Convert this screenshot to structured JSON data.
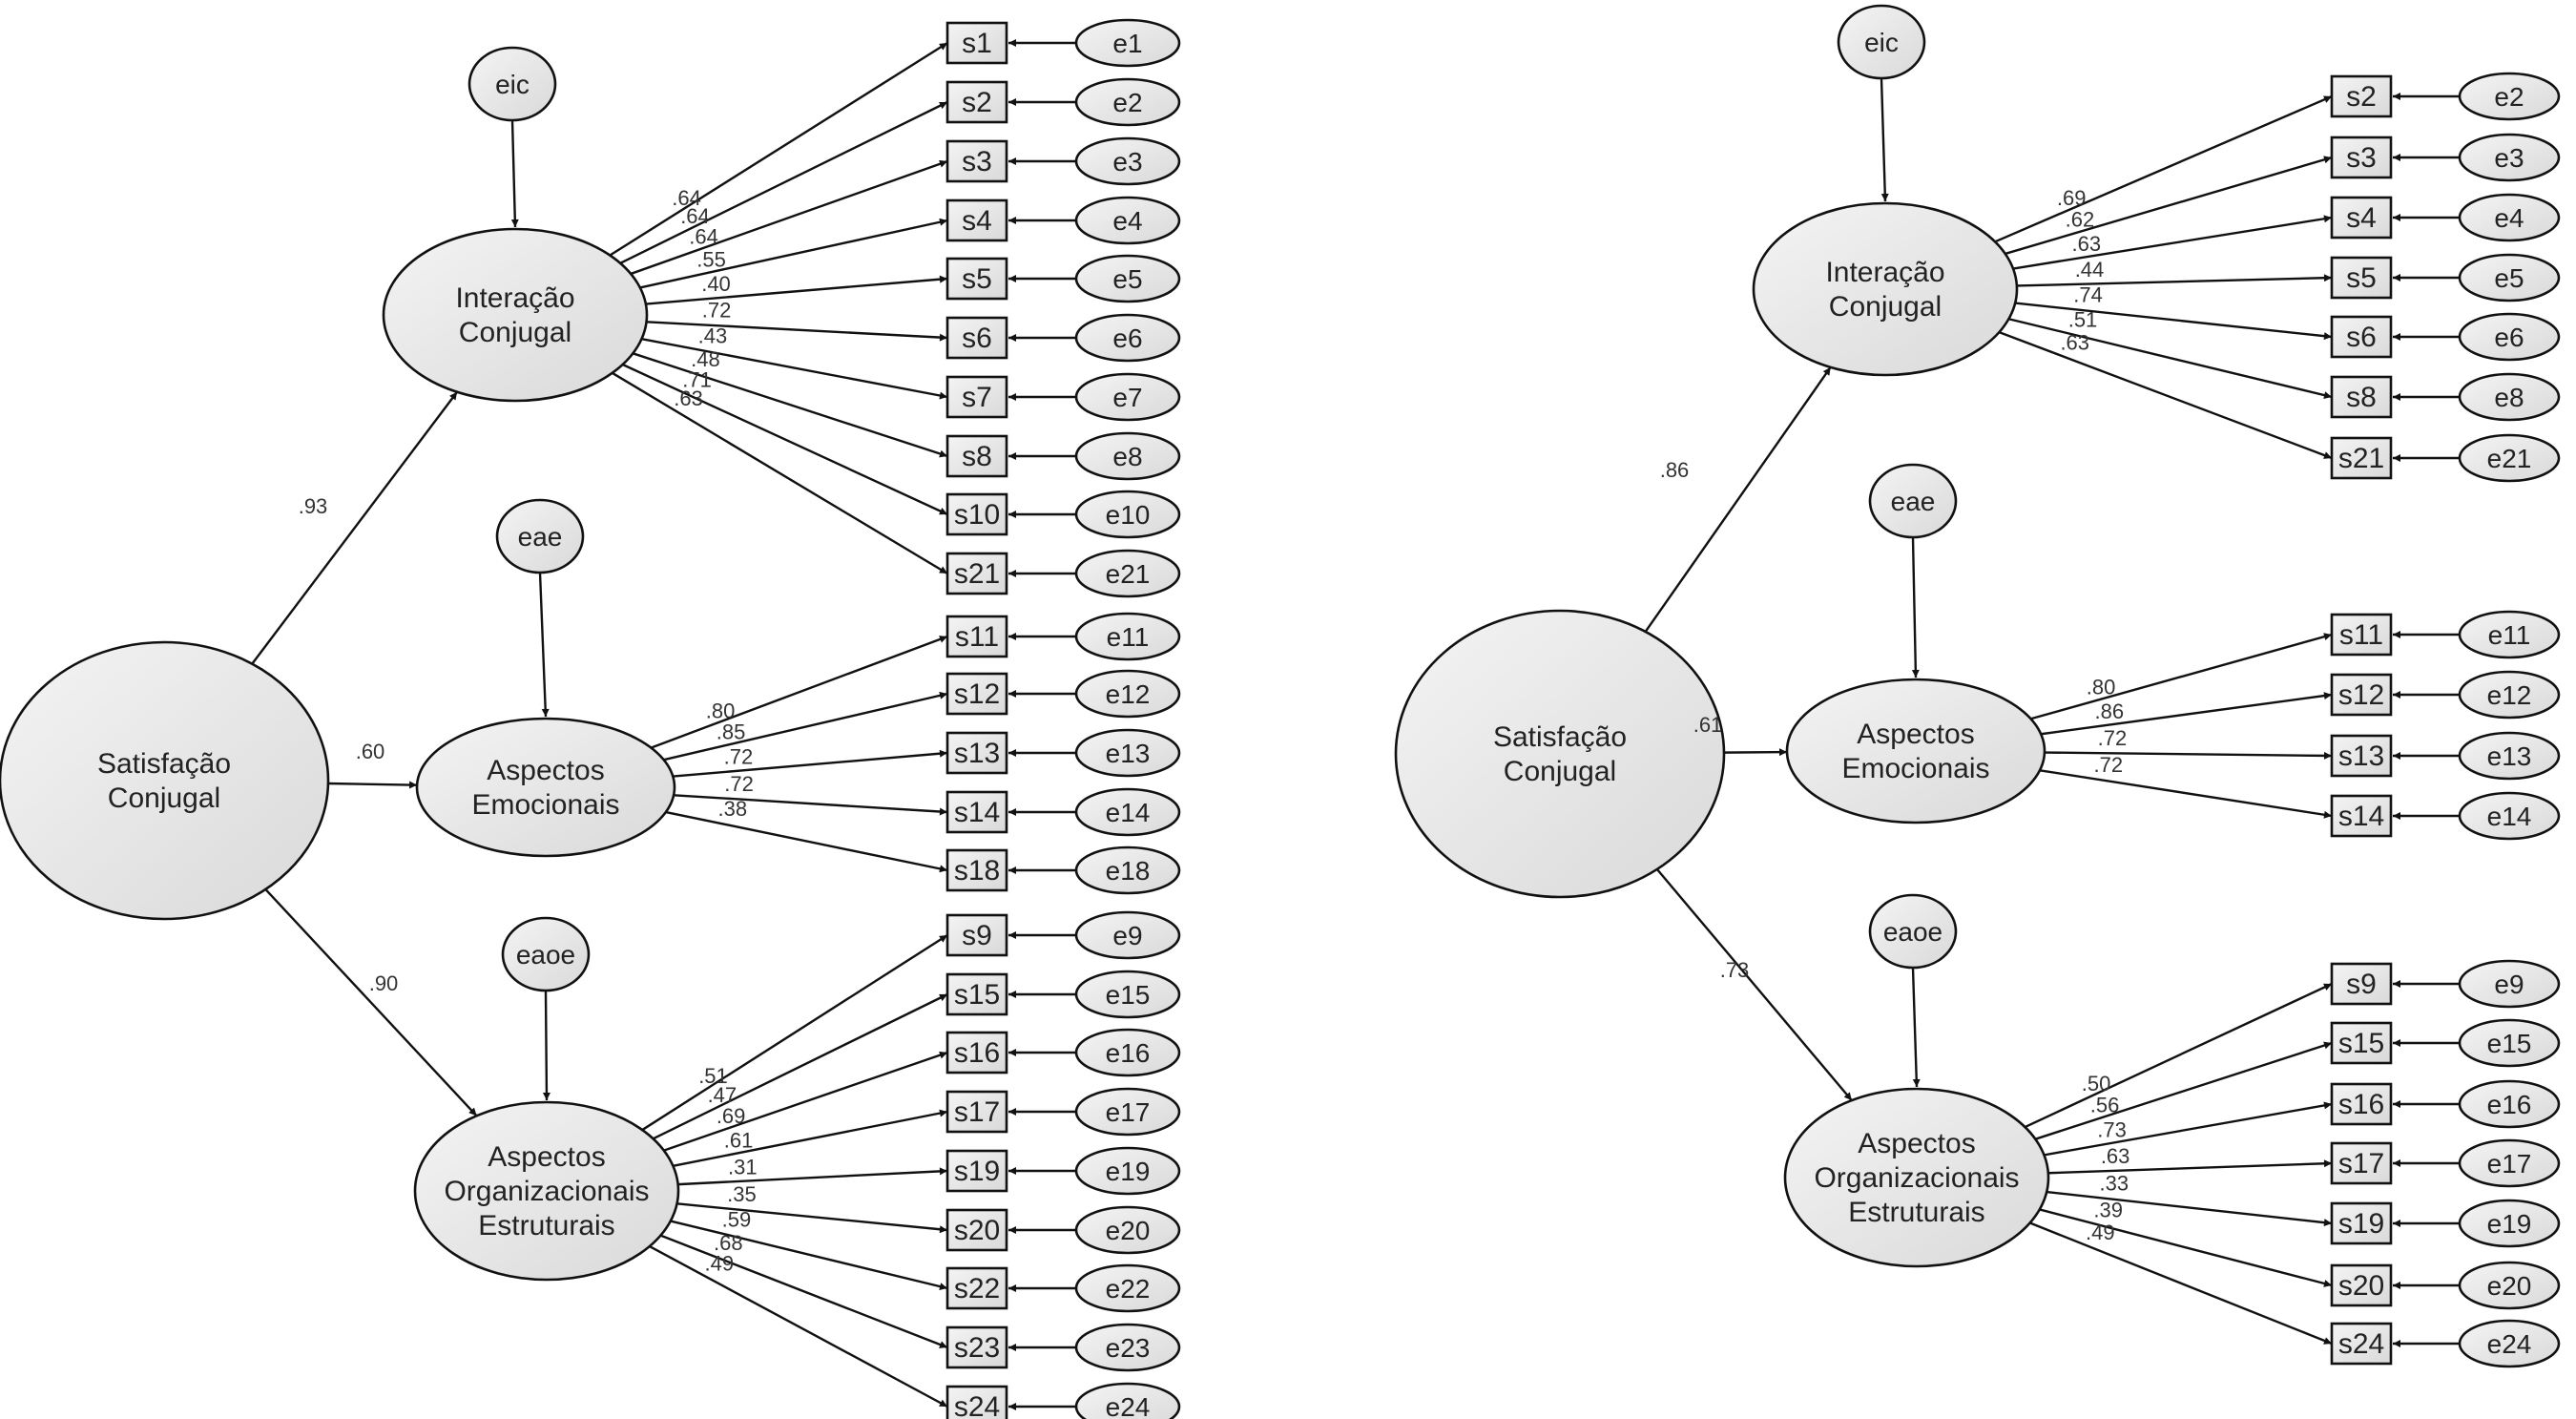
{
  "panels": [
    {
      "id": "left",
      "root": {
        "label": [
          "Satisfação",
          "Conjugal"
        ]
      },
      "factors": [
        {
          "label": [
            "Interação",
            "Conjugal"
          ],
          "disturbance": "eic",
          "path_coef": ".93",
          "items": [
            {
              "item": "s1",
              "error": "e1",
              "loading": ".64"
            },
            {
              "item": "s2",
              "error": "e2",
              "loading": ".64"
            },
            {
              "item": "s3",
              "error": "e3",
              "loading": ".64"
            },
            {
              "item": "s4",
              "error": "e4",
              "loading": ".55"
            },
            {
              "item": "s5",
              "error": "e5",
              "loading": ".40"
            },
            {
              "item": "s6",
              "error": "e6",
              "loading": ".72"
            },
            {
              "item": "s7",
              "error": "e7",
              "loading": ".43"
            },
            {
              "item": "s8",
              "error": "e8",
              "loading": ".48"
            },
            {
              "item": "s10",
              "error": "e10",
              "loading": ".71"
            },
            {
              "item": "s21",
              "error": "e21",
              "loading": ".63"
            }
          ]
        },
        {
          "label": [
            "Aspectos",
            "Emocionais"
          ],
          "disturbance": "eae",
          "path_coef": ".60",
          "items": [
            {
              "item": "s11",
              "error": "e11",
              "loading": ".80"
            },
            {
              "item": "s12",
              "error": "e12",
              "loading": ".85"
            },
            {
              "item": "s13",
              "error": "e13",
              "loading": ".72"
            },
            {
              "item": "s14",
              "error": "e14",
              "loading": ".72"
            },
            {
              "item": "s18",
              "error": "e18",
              "loading": ".38"
            }
          ]
        },
        {
          "label": [
            "Aspectos",
            "Organizacionais",
            "Estruturais"
          ],
          "disturbance": "eaoe",
          "path_coef": ".90",
          "items": [
            {
              "item": "s9",
              "error": "e9",
              "loading": ".51"
            },
            {
              "item": "s15",
              "error": "e15",
              "loading": ".47"
            },
            {
              "item": "s16",
              "error": "e16",
              "loading": ".69"
            },
            {
              "item": "s17",
              "error": "e17",
              "loading": ".61"
            },
            {
              "item": "s19",
              "error": "e19",
              "loading": ".31"
            },
            {
              "item": "s20",
              "error": "e20",
              "loading": ".35"
            },
            {
              "item": "s22",
              "error": "e22",
              "loading": ".59"
            },
            {
              "item": "s23",
              "error": "e23",
              "loading": ".68"
            },
            {
              "item": "s24",
              "error": "e24",
              "loading": ".49"
            }
          ]
        }
      ]
    },
    {
      "id": "right",
      "root": {
        "label": [
          "Satisfação",
          "Conjugal"
        ]
      },
      "factors": [
        {
          "label": [
            "Interação",
            "Conjugal"
          ],
          "disturbance": "eic",
          "path_coef": ".86",
          "items": [
            {
              "item": "s2",
              "error": "e2",
              "loading": ".69"
            },
            {
              "item": "s3",
              "error": "e3",
              "loading": ".62"
            },
            {
              "item": "s4",
              "error": "e4",
              "loading": ".63"
            },
            {
              "item": "s5",
              "error": "e5",
              "loading": ".44"
            },
            {
              "item": "s6",
              "error": "e6",
              "loading": ".74"
            },
            {
              "item": "s8",
              "error": "e8",
              "loading": ".51"
            },
            {
              "item": "s21",
              "error": "e21",
              "loading": ".63"
            }
          ]
        },
        {
          "label": [
            "Aspectos",
            "Emocionais"
          ],
          "disturbance": "eae",
          "path_coef": ".61",
          "items": [
            {
              "item": "s11",
              "error": "e11",
              "loading": ".80"
            },
            {
              "item": "s12",
              "error": "e12",
              "loading": ".86"
            },
            {
              "item": "s13",
              "error": "e13",
              "loading": ".72"
            },
            {
              "item": "s14",
              "error": "e14",
              "loading": ".72"
            }
          ]
        },
        {
          "label": [
            "Aspectos",
            "Organizacionais",
            "Estruturais"
          ],
          "disturbance": "eaoe",
          "path_coef": ".73",
          "items": [
            {
              "item": "s9",
              "error": "e9",
              "loading": ".50"
            },
            {
              "item": "s15",
              "error": "e15",
              "loading": ".56"
            },
            {
              "item": "s16",
              "error": "e16",
              "loading": ".73"
            },
            {
              "item": "s17",
              "error": "e17",
              "loading": ".63"
            },
            {
              "item": "s19",
              "error": "e19",
              "loading": ".33"
            },
            {
              "item": "s20",
              "error": "e20",
              "loading": ".39"
            },
            {
              "item": "s24",
              "error": "e24",
              "loading": ".49"
            }
          ]
        }
      ]
    }
  ]
}
